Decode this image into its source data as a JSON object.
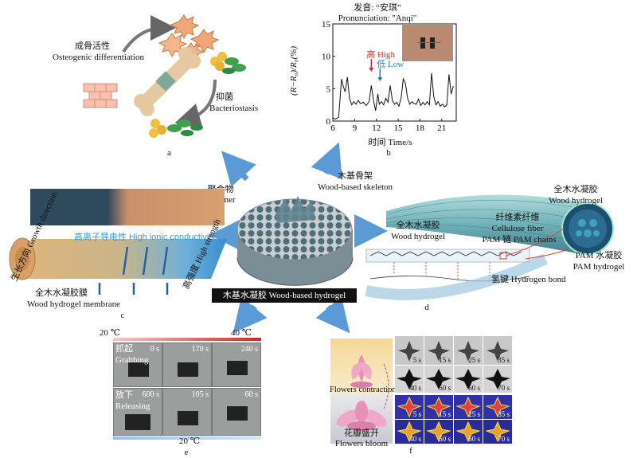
{
  "panel_a": {
    "label": "a",
    "osteo_cn": "成骨活性",
    "osteo_en": "Osteogenic differentiation",
    "bact_cn": "抑菌",
    "bact_en": "Bacteriostasis"
  },
  "panel_b": {
    "label": "b",
    "title_cn": "发音: “安琪”",
    "title_en": "Pronunciation: \"Anqi\"",
    "ylabel": "(R−R₀)/R₀(%)",
    "xlabel": "时间 Time/s",
    "high_label": "高 High",
    "low_label": "低 Low",
    "colors": {
      "high": "#e0242a",
      "low": "#1e7fc8"
    }
  },
  "chart_data": {
    "type": "line",
    "title": "发音: “安琪” Pronunciation: \"Anqi\"",
    "xlabel": "时间 Time/s",
    "ylabel": "(R−R₀)/R₀(%)",
    "xlim": [
      6,
      23
    ],
    "ylim": [
      0,
      15
    ],
    "xticks": [
      6,
      9,
      12,
      15,
      18,
      21
    ],
    "yticks": [
      0,
      5,
      10,
      15
    ],
    "x": [
      6.0,
      6.4,
      6.8,
      7.0,
      7.2,
      7.4,
      7.7,
      8.0,
      8.3,
      8.6,
      8.9,
      9.2,
      9.5,
      9.8,
      10.2,
      10.6,
      11.0,
      11.3,
      11.6,
      11.9,
      12.2,
      12.4,
      12.7,
      13.0,
      13.3,
      13.6,
      13.9,
      14.2,
      14.5,
      14.8,
      15.1,
      15.4,
      15.7,
      16.0,
      16.3,
      16.6,
      16.9,
      17.2,
      17.5,
      17.8,
      18.1,
      18.4,
      18.7,
      19.0,
      19.3,
      19.6,
      19.9,
      20.2,
      20.5,
      20.8,
      21.1,
      21.4,
      21.7,
      22.0,
      22.3,
      22.6
    ],
    "y": [
      0.5,
      0.3,
      0.6,
      3.5,
      6.5,
      5.5,
      4.5,
      6.8,
      3.5,
      2.5,
      3.0,
      2.6,
      3.2,
      2.7,
      2.9,
      2.4,
      3.0,
      5.5,
      3.2,
      1.6,
      4.2,
      2.6,
      3.0,
      2.5,
      3.5,
      2.9,
      5.5,
      3.2,
      2.6,
      2.9,
      2.3,
      3.5,
      6.5,
      5.8,
      3.5,
      2.6,
      3.0,
      2.7,
      2.6,
      3.4,
      2.4,
      2.9,
      2.5,
      3.0,
      2.5,
      7.4,
      3.8,
      2.5,
      3.0,
      2.3,
      2.6,
      2.2,
      2.5,
      7.2,
      4.2,
      5.4
    ],
    "annotations": [
      {
        "text": "高 High",
        "x": 11.3,
        "color": "#e0242a"
      },
      {
        "text": "低 Low",
        "x": 12.5,
        "color": "#1e7fc8"
      }
    ],
    "line_color": "#111111",
    "grid": false,
    "legend": "none"
  },
  "panel_c": {
    "label": "c",
    "ionic": "高离子导电性 High ionic conductivity",
    "growth": "生长方向 Growth direction",
    "strength": "高强度 High strength",
    "membrane_cn": "全木水凝胶膜",
    "membrane_en": "Wood hydrogel membrane",
    "colors": {
      "ionic": "#3a9ad8"
    }
  },
  "center": {
    "polymer_cn": "聚合物",
    "polymer_en": "Polymer",
    "skeleton_cn": "木基骨架",
    "skeleton_en": "Wood-based skeleton",
    "hydrogel": "木基水凝胶 Wood-based hydrogel"
  },
  "panel_d": {
    "label": "d",
    "whole_cn_1": "全木水凝胶",
    "whole_en_1": "Wood hydrogel",
    "whole_cn_2": "全木水凝胶",
    "whole_en_2": "Wood hydrogel",
    "fiber_cn": "纤维素纤维",
    "fiber_en": "Cellulose fiber",
    "pam_chain": "PAM 链 PAM chains",
    "pam_hydrogel_cn": "PAM 水凝胶",
    "pam_hydrogel_en": "PAM hydrogel",
    "hbond": "氢键 Hydrogen bond"
  },
  "panel_e": {
    "label": "e",
    "temp_hot": "40 ℃",
    "temp_cold_top": "20 ℃",
    "temp_cold_bottom": "20 ℃",
    "grab_cn": "抓起",
    "grab_en": "Grabbing",
    "release_cn": "放下",
    "release_en": "Releasing",
    "times": [
      "0 s",
      "170 s",
      "240 s",
      "600 s",
      "105 s",
      "60 s"
    ]
  },
  "panel_f": {
    "label": "f",
    "contraction": "Flowers contraction",
    "bloom_cn": "花瓣盛开",
    "bloom_en": "Flowers bloom",
    "times_top": [
      "5 s",
      "15 s",
      "25 s",
      "35 s"
    ],
    "times_mid": [
      "40 s",
      "50 s",
      "60 s",
      "70 s"
    ],
    "times_heat_top": [
      "5 s",
      "15 s",
      "25 s",
      "35 s"
    ],
    "times_heat_bottom": [
      "40 s",
      "50 s",
      "60 s",
      "70 s"
    ]
  }
}
